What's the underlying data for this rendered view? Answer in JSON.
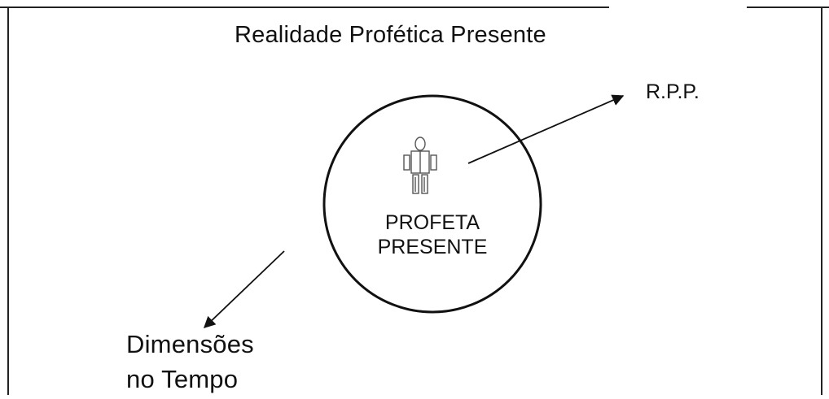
{
  "diagram": {
    "title": "Realidade Profética Presente",
    "arrow_label": "R.P.P.",
    "center_lines": [
      "PROFETA",
      "PRESENTE"
    ],
    "bottom_lines": [
      "Dimensões",
      "no Tempo"
    ],
    "center_icon": "person-figure-icon"
  }
}
